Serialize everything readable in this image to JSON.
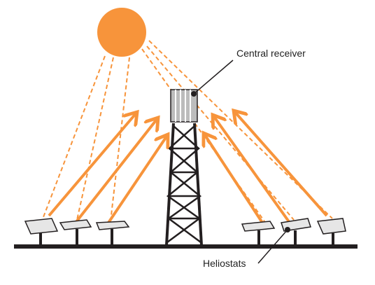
{
  "labels": {
    "central_receiver": "Central receiver",
    "heliostats": "Heliostats"
  },
  "colors": {
    "sun": "#f7943b",
    "ray": "#f7943b",
    "ink": "#231f20",
    "mirror_fill": "#e6e6e6",
    "receiver_fill": "#bcbcbc"
  },
  "heliostat_count": 6
}
